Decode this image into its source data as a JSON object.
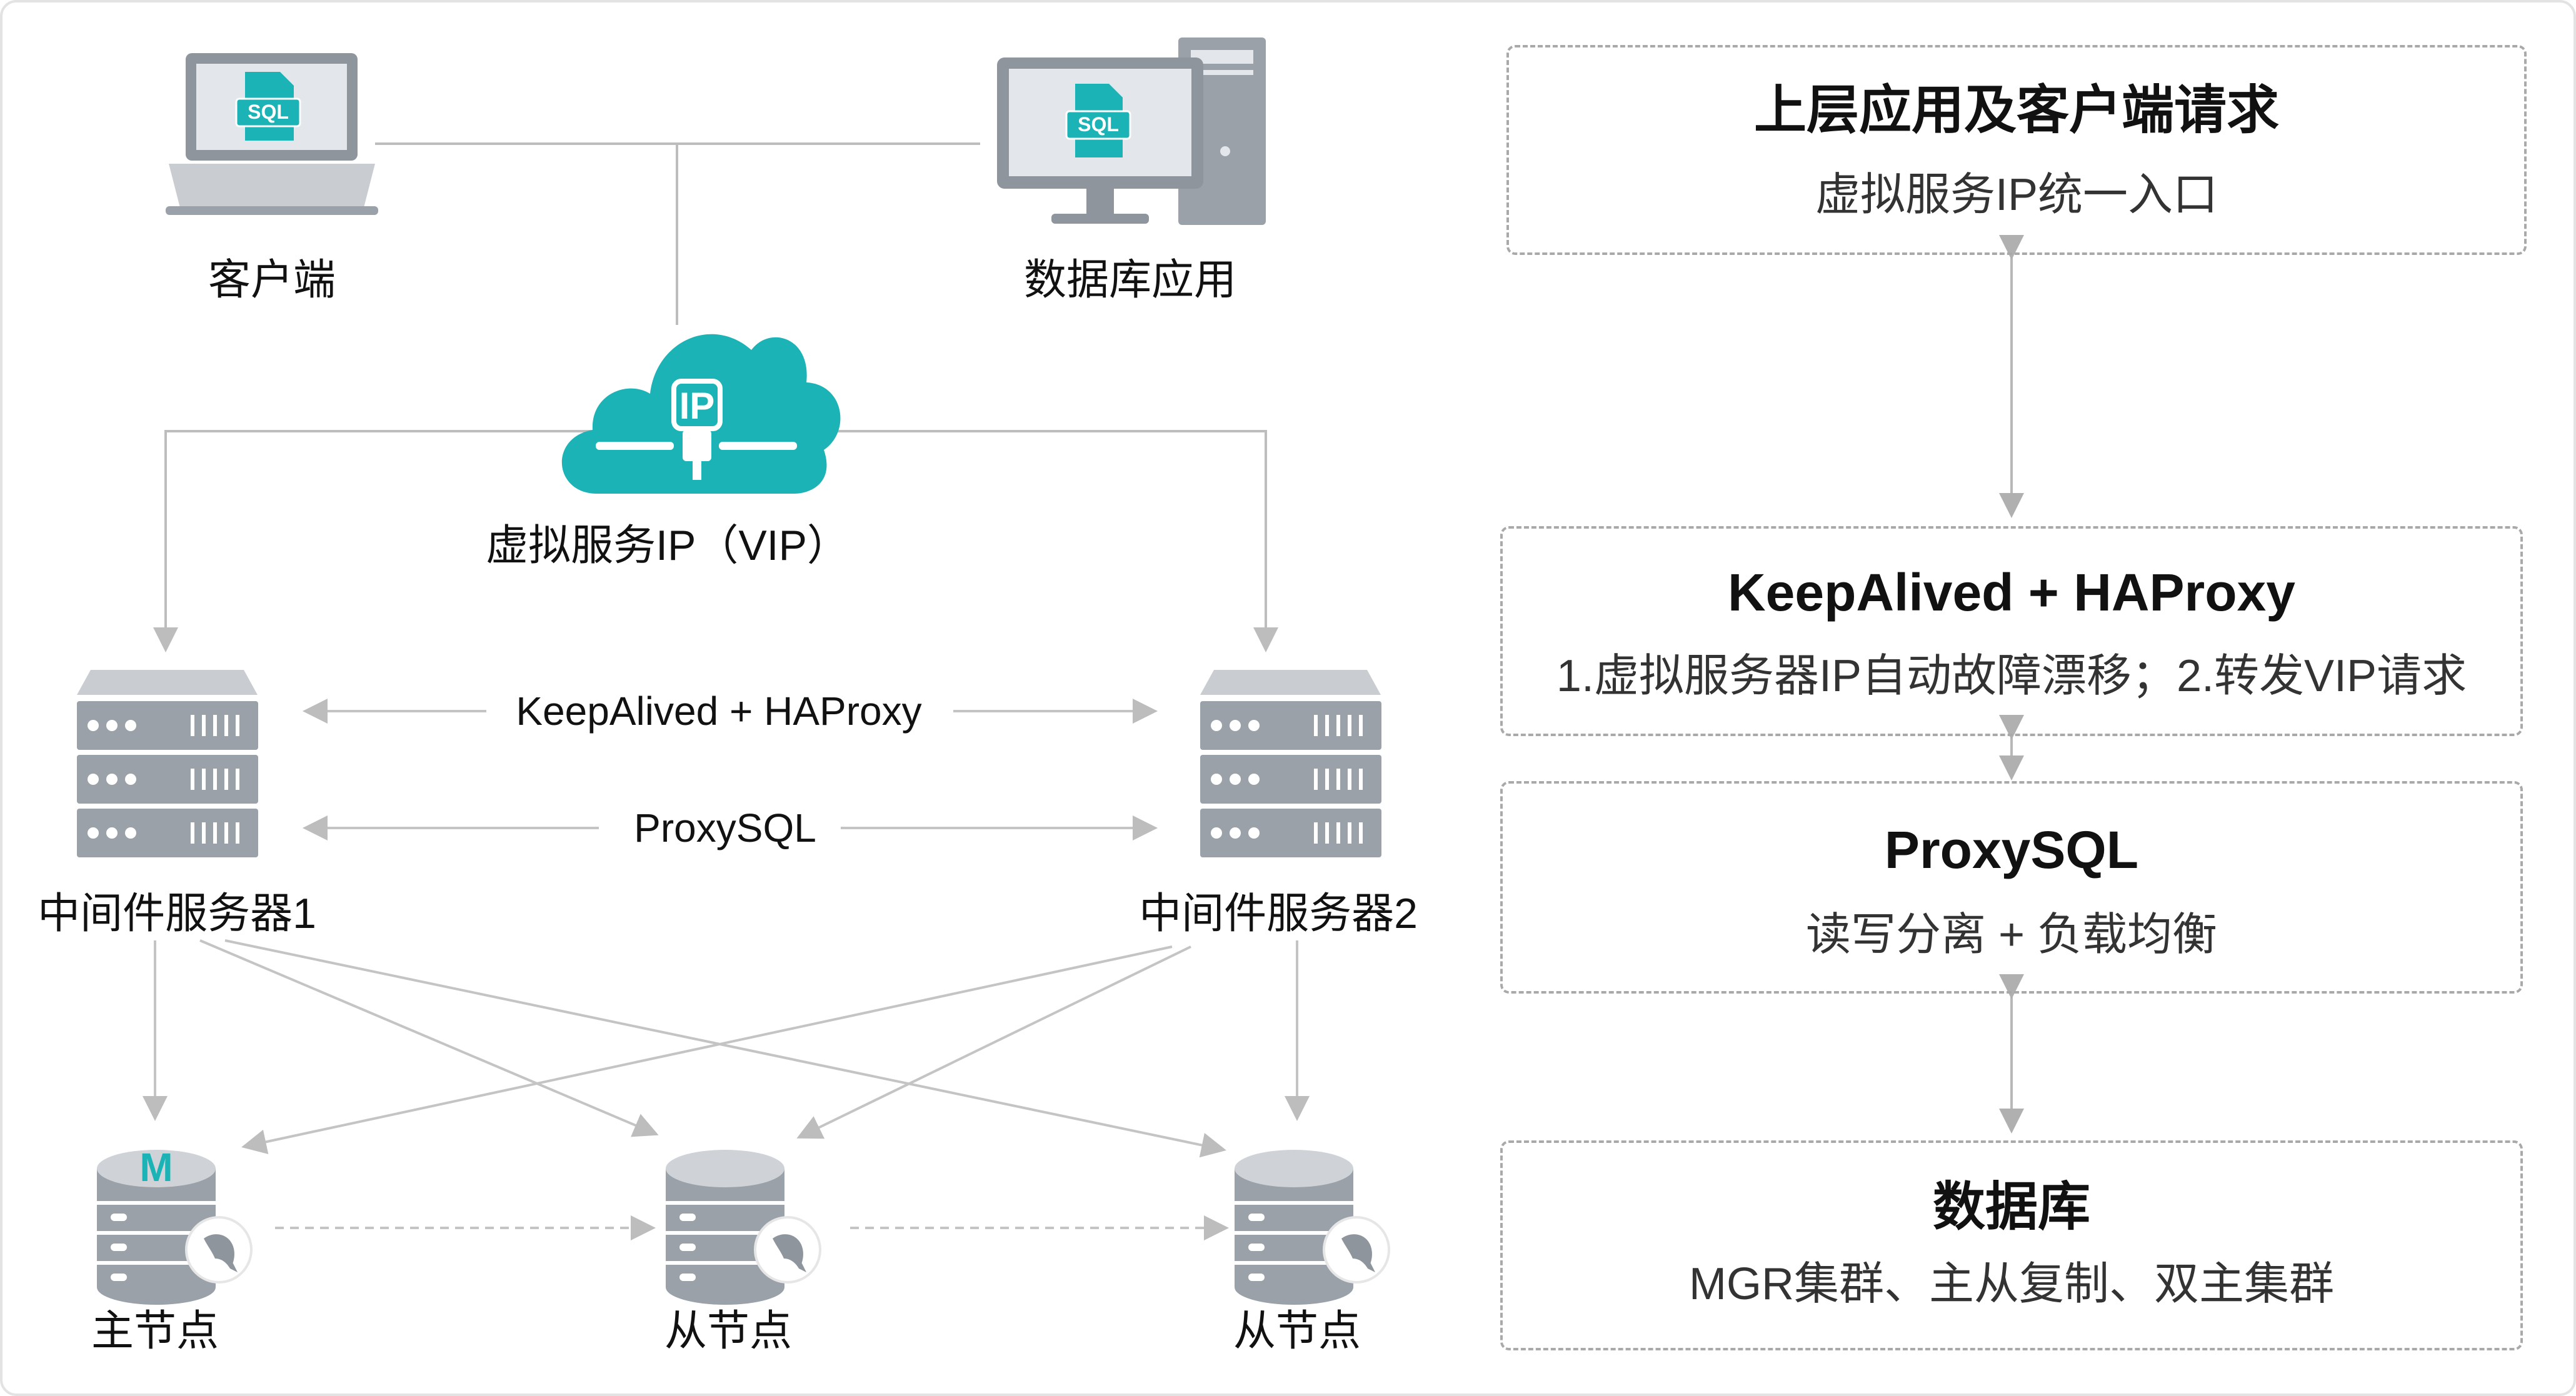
{
  "left_diagram": {
    "client": {
      "label": "客户端",
      "screen_text": "SQL"
    },
    "db_app": {
      "label": "数据库应用",
      "screen_text": "SQL"
    },
    "vip": {
      "label": "虚拟服务IP（VIP）",
      "icon_text": "IP"
    },
    "server_link_labels": [
      "KeepAlived + HAProxy",
      "ProxySQL"
    ],
    "middleware_servers": [
      "中间件服务器1",
      "中间件服务器2"
    ],
    "db_nodes": [
      {
        "label": "主节点",
        "badge": "M"
      },
      {
        "label": "从节点"
      },
      {
        "label": "从节点"
      }
    ]
  },
  "right_panels": [
    {
      "title": "上层应用及客户端请求",
      "subtitle": "虚拟服务IP统一入口"
    },
    {
      "title": "KeepAlived + HAProxy",
      "subtitle": "1.虚拟服务器IP自动故障漂移；2.转发VIP请求"
    },
    {
      "title": "ProxySQL",
      "subtitle": "读写分离 + 负载均衡"
    },
    {
      "title": "数据库",
      "subtitle": "MGR集群、主从复制、双主集群"
    }
  ],
  "colors": {
    "accent_teal": "#1bb3b5",
    "screen_fill": "#e3e6ea",
    "device_gray": "#8e959c",
    "server_gray": "#9aa1a8",
    "line_gray": "#bdbdbd"
  }
}
